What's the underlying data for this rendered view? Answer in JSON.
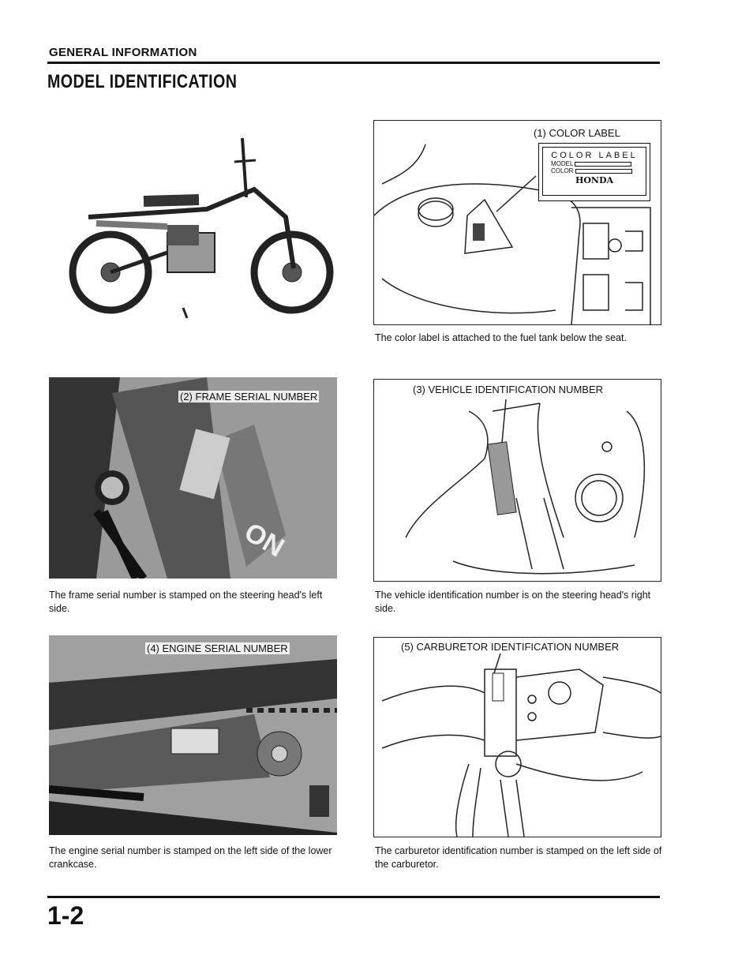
{
  "header": {
    "section": "GENERAL INFORMATION",
    "heading": "MODEL IDENTIFICATION"
  },
  "figures": {
    "color_label": {
      "callout": "(1) COLOR LABEL",
      "plate_title": "COLOR LABEL",
      "plate_model": "MODEL",
      "plate_color": "COLOR",
      "plate_brand": "HONDA",
      "caption": "The color label is attached to the fuel tank below the seat."
    },
    "frame_serial": {
      "callout": "(2) FRAME SERIAL NUMBER",
      "caption": "The frame serial number is stamped on the steering head's left side."
    },
    "vin": {
      "callout": "(3) VEHICLE IDENTIFICATION NUMBER",
      "caption": "The vehicle identification number is on the steering head's right side."
    },
    "engine_serial": {
      "callout": "(4) ENGINE SERIAL NUMBER",
      "caption": "The engine serial number is stamped on the left side of the lower crankcase."
    },
    "carburetor": {
      "callout": "(5) CARBURETOR IDENTIFICATION NUMBER",
      "caption": "The carburetor identification number is stamped on the left side of the carburetor."
    }
  },
  "footer": {
    "page_number": "1-2"
  }
}
